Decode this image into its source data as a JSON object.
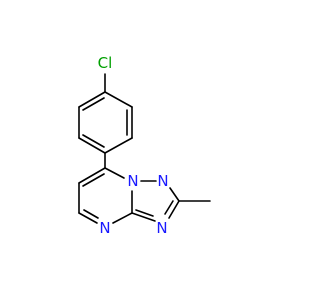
{
  "molecule": {
    "atoms": [
      {
        "id": "cl",
        "label": "Cl",
        "color": "#00a000"
      },
      {
        "id": "n1",
        "label": "N",
        "color": "#1a1aff"
      },
      {
        "id": "n2",
        "label": "N",
        "color": "#1a1aff"
      },
      {
        "id": "n3",
        "label": "N",
        "color": "#1a1aff"
      },
      {
        "id": "n4",
        "label": "N",
        "color": "#1a1aff"
      }
    ],
    "bond_color": "#000000"
  }
}
